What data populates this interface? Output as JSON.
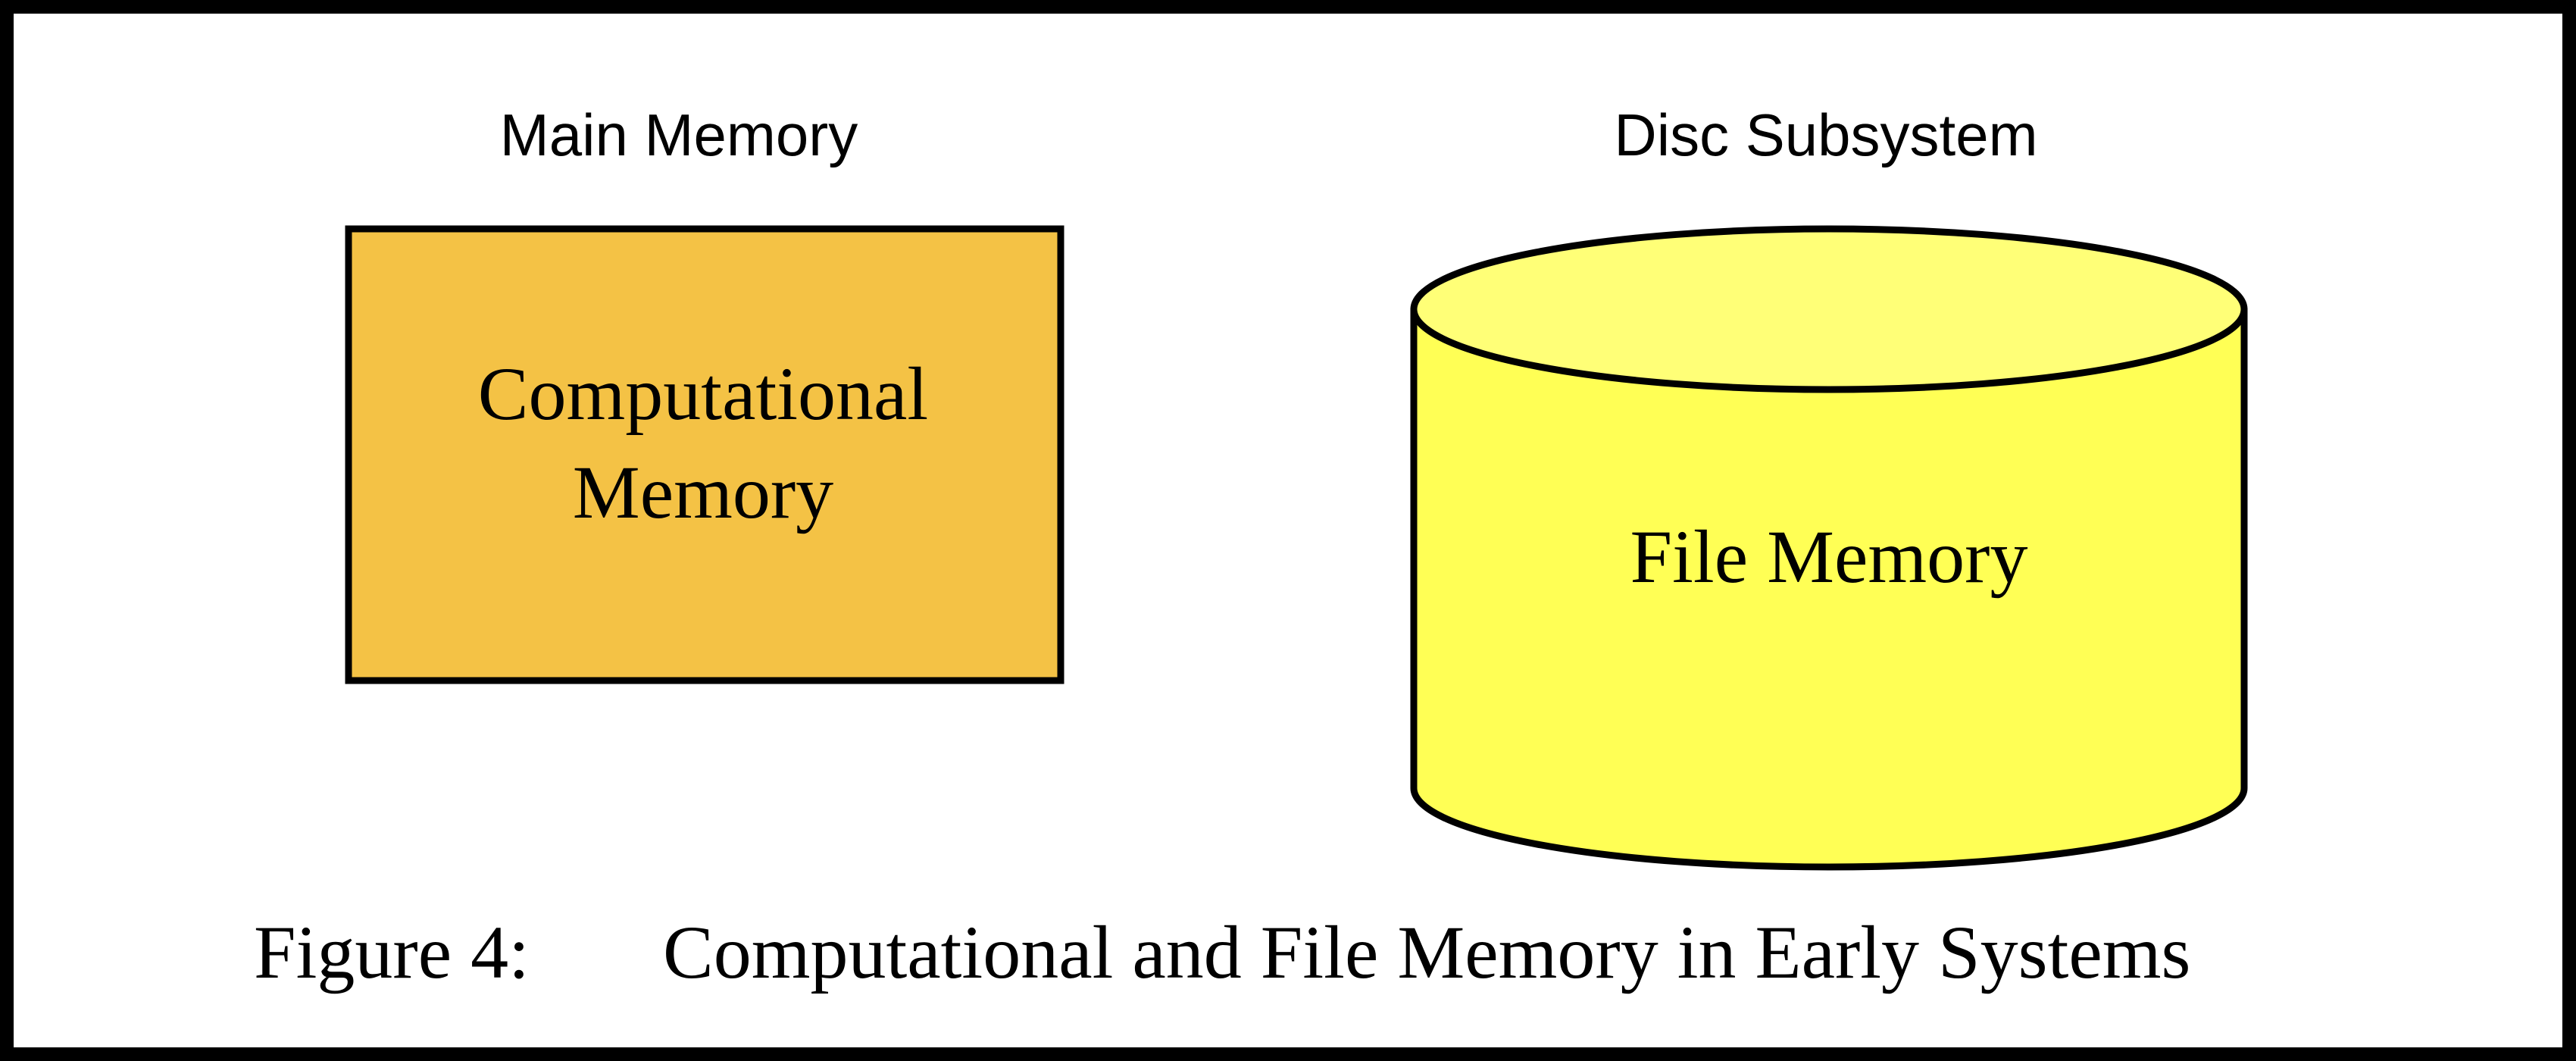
{
  "diagram": {
    "main_memory": {
      "heading": "Main Memory",
      "box_label_line1": "Computational",
      "box_label_line2": "Memory",
      "fill_color": "#F4C245"
    },
    "disc_subsystem": {
      "heading": "Disc Subsystem",
      "cylinder_label": "File Memory",
      "body_color": "#FFFF55",
      "top_color": "#FFFF77"
    },
    "caption": {
      "number": "Figure 4:",
      "text": "Computational and File Memory in Early Systems"
    },
    "border_color": "#000000"
  }
}
